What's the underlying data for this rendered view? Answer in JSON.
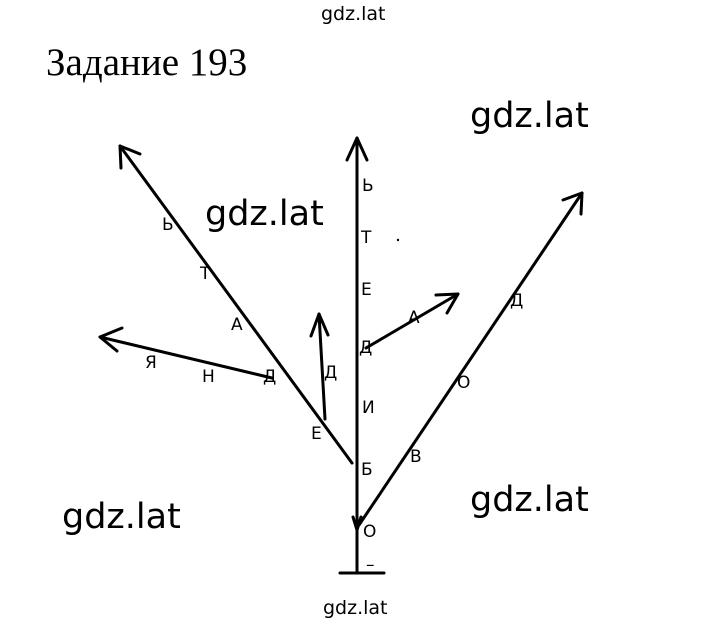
{
  "watermark": {
    "top": "gdz.lat",
    "bottom": "gdz.lat",
    "mid_1": "gdz.lat",
    "mid_2": "gdz.lat",
    "mid_3": "gdz.lat",
    "mid_4": "gdz.lat"
  },
  "title": "Задание 193",
  "letters": {
    "trunk": [
      "Ь",
      "Т",
      "Е",
      "Д",
      "И",
      "Б",
      "О"
    ],
    "branch_upper_left": [
      "Ь",
      "Т",
      "А"
    ],
    "branch_lower_left": [
      "Я",
      "Н",
      "Д"
    ],
    "branch_center_left": [
      "Д",
      "Е"
    ],
    "branch_center_right": [
      "А"
    ],
    "branch_right": [
      "Д",
      "О",
      "В"
    ],
    "ground_mark": "–"
  },
  "colors": {
    "ink": "#000000",
    "background": "#ffffff"
  }
}
